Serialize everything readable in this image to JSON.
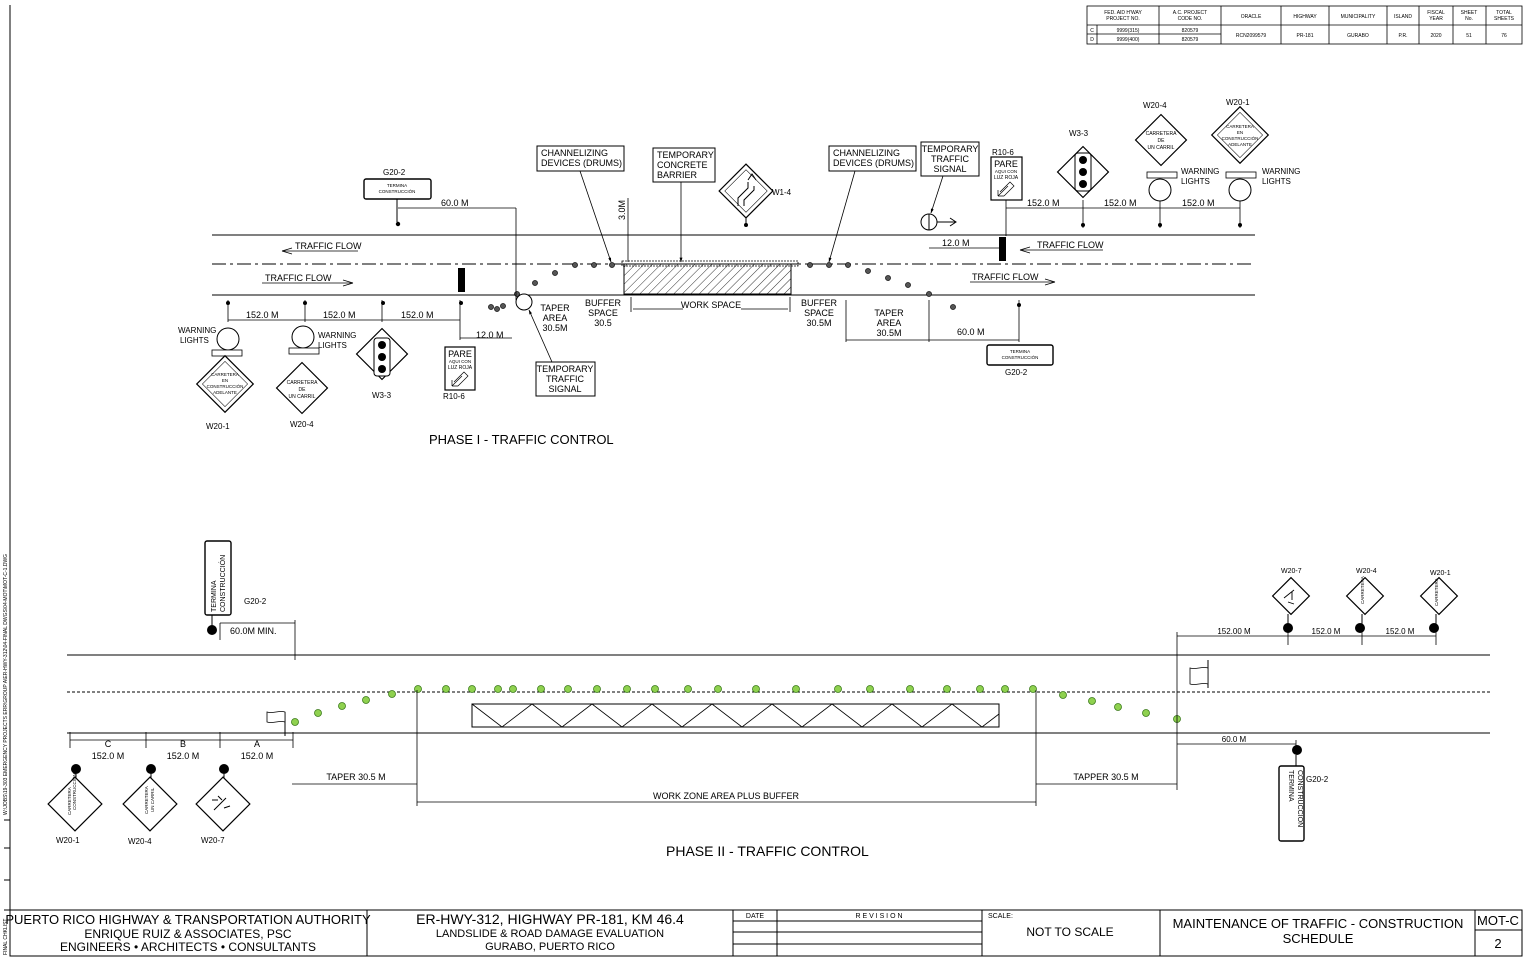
{
  "header_table": {
    "headers": [
      "FED. AID H'WAY PROJECT NO.",
      "A.C. PROJECT CODE NO.",
      "ORACLE",
      "HIGHWAY",
      "MUNICIPALITY",
      "ISLAND",
      "FISCAL YEAR",
      "SHEET No.",
      "TOTAL SHEETS"
    ],
    "row1": [
      "C",
      "9999(315)",
      "820579"
    ],
    "row2": [
      "D",
      "9999(400)",
      "820579"
    ],
    "merged": [
      "RCN2099579",
      "PR-181",
      "GURABO",
      "P.R.",
      "2020",
      "51",
      "76"
    ]
  },
  "phase1": {
    "title": "PHASE I - TRAFFIC CONTROL",
    "traffic_flow": "TRAFFIC FLOW",
    "callouts": {
      "channelizing_left": [
        "CHANNELIZING",
        "DEVICES (DRUMS)"
      ],
      "barrier": [
        "TEMPORARY",
        "CONCRETE",
        "BARRIER"
      ],
      "channelizing_right": [
        "CHANNELIZING",
        "DEVICES (DRUMS)"
      ],
      "signal_right": [
        "TEMPORARY",
        "TRAFFIC",
        "SIGNAL"
      ],
      "signal_left": [
        "TEMPORARY",
        "TRAFFIC",
        "SIGNAL"
      ]
    },
    "signs": {
      "g20_2": "G20-2",
      "w1_4": "W1-4",
      "r10_6": "R10-6",
      "w3_3": "W3-3",
      "w20_4": "W20-4",
      "w20_1": "W20-1"
    },
    "sign_text": {
      "termina": [
        "TERMINA",
        "CONSTRUCCIÓN"
      ],
      "carretera_en": [
        "CARRETERA",
        "EN",
        "CONSTRUCCIÓN",
        "ADELANTE"
      ],
      "carretera_de": [
        "CARRETERA",
        "DE",
        "UN CARRIL"
      ],
      "pare": [
        "PARE",
        "AQUI CON",
        "LUZ ROJA"
      ]
    },
    "labels": {
      "warning_lights": [
        "WARNING",
        "LIGHTS"
      ],
      "taper_area": [
        "TAPER",
        "AREA",
        "30.5M"
      ],
      "buffer_left": [
        "BUFFER",
        "SPACE",
        "30.5"
      ],
      "work_space": "WORK SPACE",
      "buffer_right": [
        "BUFFER",
        "SPACE",
        "30.5M"
      ],
      "dim_152": "152.0 M",
      "dim_60": "60.0 M",
      "dim_12": "12.0 M",
      "dim_3": "3.0M"
    }
  },
  "phase2": {
    "title": "PHASE II - TRAFFIC CONTROL",
    "labels": {
      "g20_2": "G20-2",
      "min": "60.0M MIN.",
      "dim_c": "C",
      "dim_b": "B",
      "dim_a": "A",
      "dim_152": "152.0 M",
      "dim_15200": "152.00 M",
      "dim_60": "60.0 M",
      "taper": "TAPER 30.5 M",
      "tapper": "TAPPER 30.5 M",
      "work_zone": "WORK ZONE AREA PLUS BUFFER",
      "w20_1": "W20-1",
      "w20_4": "W20-4",
      "w20_7": "W20-7"
    },
    "termina": [
      "TERMINA",
      "CONSTRUCCIÓN"
    ],
    "mini_text": [
      "CARRETERA",
      "EN",
      "CONSTRUCCIÓN",
      "ADELANTE"
    ],
    "mini_text2": [
      "CARRETERA",
      "DE",
      "UN CARRIL"
    ]
  },
  "title_block": {
    "authority": "PUERTO RICO HIGHWAY & TRANSPORTATION AUTHORITY",
    "firm": "ENRIQUE RUIZ & ASSOCIATES, PSC",
    "firm_desc": "ENGINEERS • ARCHITECTS • CONSULTANTS",
    "project": "ER-HWY-312, HIGHWAY PR-181, KM 46.4",
    "project_desc": "LANDSLIDE & ROAD DAMAGE EVALUATION",
    "location": "GURABO, PUERTO RICO",
    "date_label": "DATE",
    "revision_label": "R E V I S I O N",
    "scale_label": "SCALE:",
    "scale_value": "NOT TO SCALE",
    "sheet_title1": "MAINTENANCE OF TRAFFIC - CONSTRUCTION",
    "sheet_title2": "SCHEDULE",
    "sheet_code": "MOT-C",
    "sheet_no": "2"
  },
  "margin_text": {
    "file_path": "W:\\JOBS\\19-303 EMERGENCY PROJECTS ERR\\GROUP A\\ER-HWY-312\\04-FINAL DWGS\\04-MOT\\MOT-C-1.DWG",
    "final": "FINAL CHKLIST"
  },
  "colors": {
    "ink": "#000000",
    "cone_green": "#8fd14f",
    "cone_dark": "#3a7a1a"
  }
}
